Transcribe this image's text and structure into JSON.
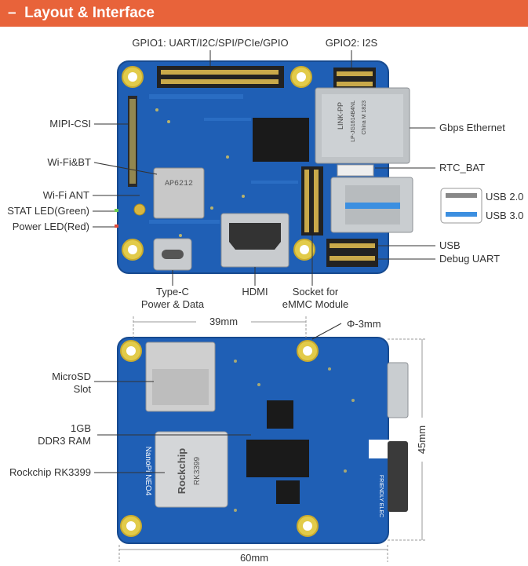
{
  "header": {
    "prefix": "–",
    "title": "Layout & Interface"
  },
  "top": {
    "gpio1": "GPIO1: UART/I2C/SPI/PCIe/GPIO",
    "gpio2": "GPIO2: I2S",
    "mipi": "MIPI-CSI",
    "wifibt": "Wi-Fi&BT",
    "wifiant": "Wi-Fi ANT",
    "statled": "STAT LED(Green)",
    "powerled": "Power LED(Red)",
    "typec_1": "Type-C",
    "typec_2": "Power & Data",
    "hdmi": "HDMI",
    "socket_1": "Socket for",
    "socket_2": "eMMC Module",
    "ethernet": "Gbps Ethernet",
    "rtc": "RTC_BAT",
    "usb2": "USB 2.0",
    "usb3": "USB 3.0",
    "usb": "USB",
    "debug": "Debug UART",
    "chip_wifi": "AP6212",
    "chip_eth": "LINK-PP",
    "chip_eth_2": "LP-JG1614B4NL",
    "chip_eth_3": "China M 1823"
  },
  "bottom": {
    "dim_w": "39mm",
    "hole": "Φ-3mm",
    "microsd_1": "MicroSD",
    "microsd_2": "Slot",
    "ram_1": "1GB",
    "ram_2": "DDR3 RAM",
    "soc": "Rockchip RK3399",
    "dim_h": "45mm",
    "dim_total": "60mm",
    "chip_name": "Rockchip",
    "chip_model": "RK3399",
    "board_name": "NanoPi NEO4",
    "brand": "FRIENDLY ELEC"
  },
  "colors": {
    "accent": "#e8633a",
    "pcb": "#1f5fb5",
    "gold": "#e2cb4a",
    "usb2": "#888888",
    "usb3": "#3c8fe0"
  }
}
